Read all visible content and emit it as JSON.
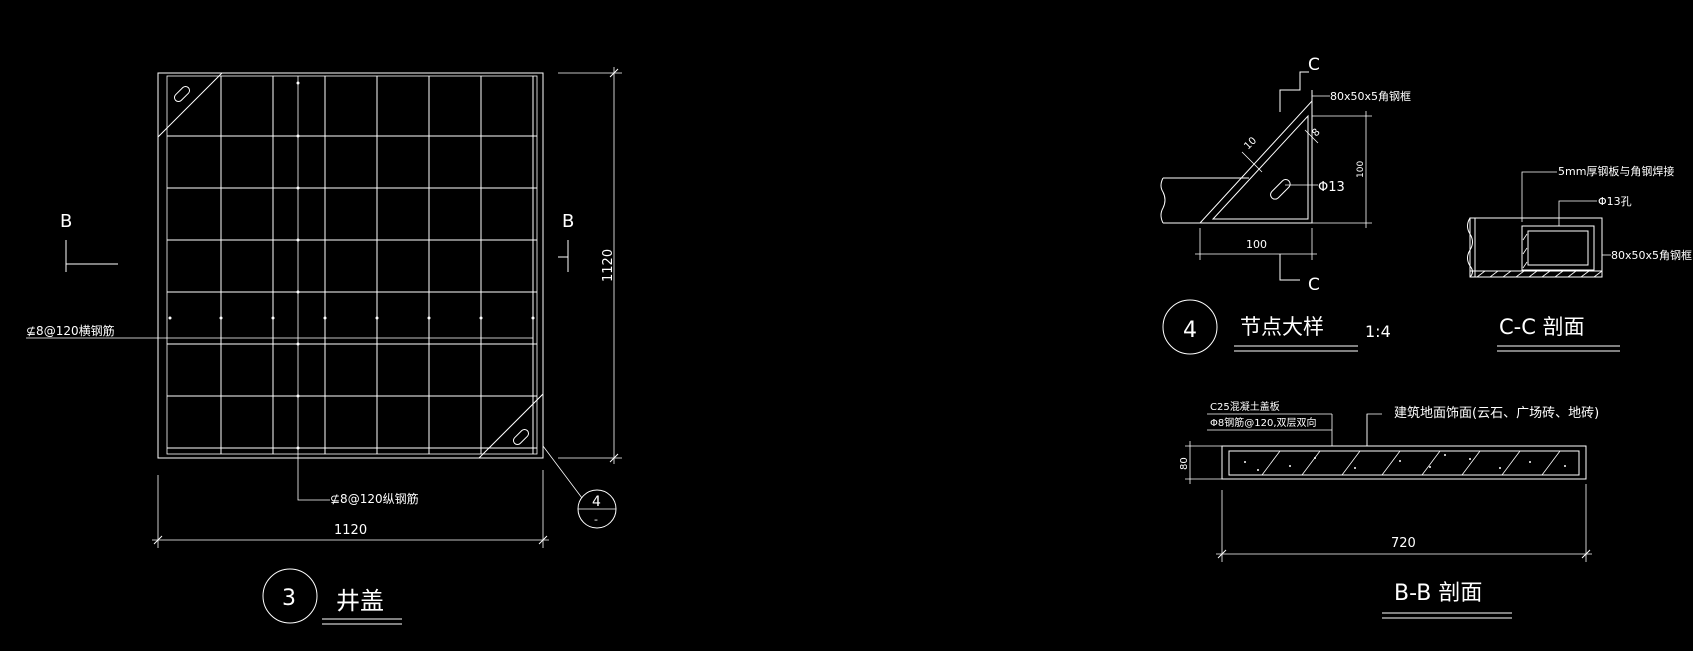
{
  "colors": {
    "background": "#000000",
    "lines": "#ffffff"
  },
  "drawing_3": {
    "section_mark_left": "B",
    "section_mark_right": "B",
    "rebar_horizontal": "⊈8@120横钢筋",
    "rebar_vertical": "⊈8@120纵钢筋",
    "dim_width": "1120",
    "dim_height": "1120",
    "detail_ref_number": "4",
    "detail_ref_sheet": "-",
    "title_number": "3",
    "title": "井盖"
  },
  "drawing_4": {
    "section_top": "C",
    "section_bottom": "C",
    "angle_steel": "80x50x5角钢框",
    "dim_10": "10",
    "dim_8": "8",
    "dim_100v": "100",
    "hole": "Φ13",
    "dim_100h": "100",
    "title_number": "4",
    "title": "节点大样",
    "scale": "1:4"
  },
  "section_cc": {
    "plate_note": "5mm厚钢板与角钢焊接",
    "hole_note": "Φ13孔",
    "angle_note": "80x50x5角钢框",
    "title": "C-C 剖面"
  },
  "section_bb": {
    "concrete_note": "C25混凝土盖板",
    "rebar_note": "Φ8钢筋@120,双层双向",
    "surface_note": "建筑地面饰面(云石、广场砖、地砖)",
    "dim_thickness": "80",
    "dim_width": "720",
    "title": "B-B 剖面"
  }
}
